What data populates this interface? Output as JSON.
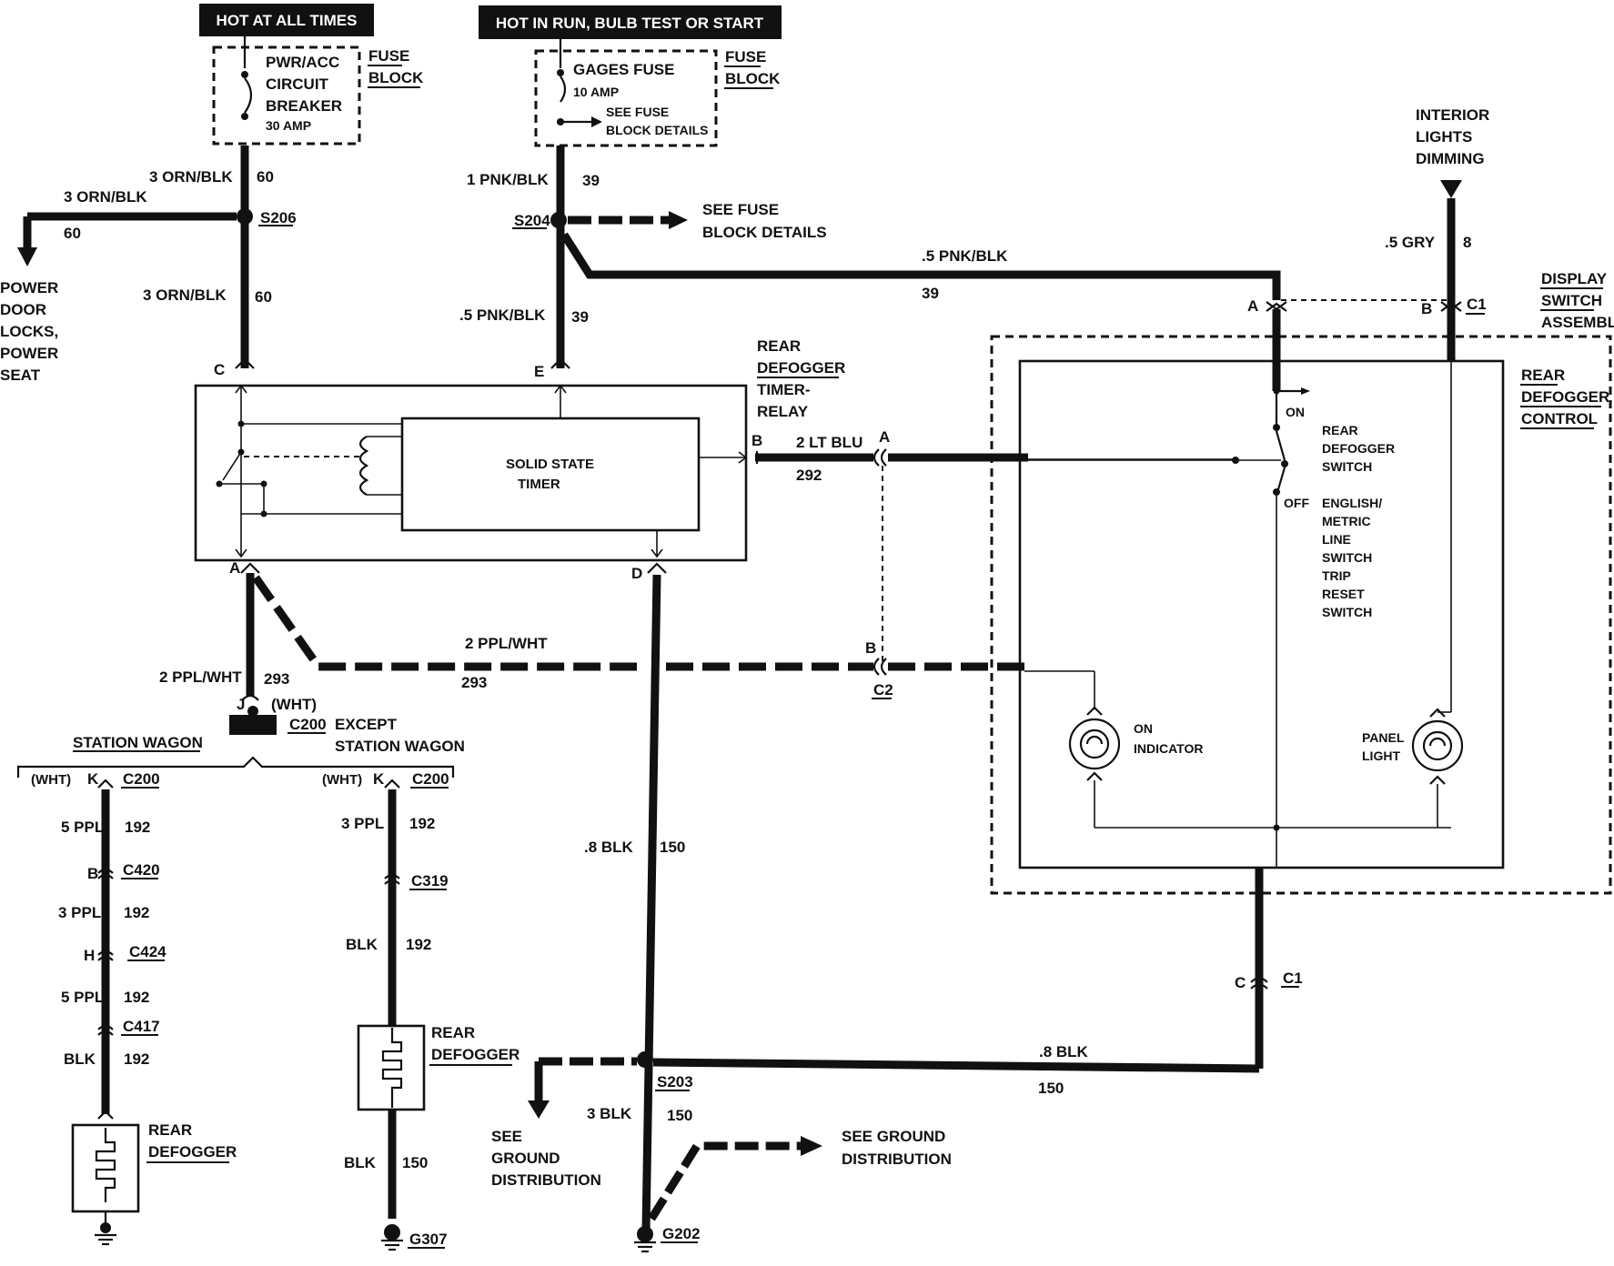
{
  "headers": {
    "hot_all_times": "HOT AT ALL TIMES",
    "hot_run": "HOT IN RUN,  BULB TEST OR START"
  },
  "fuse_block_1": {
    "title": "FUSE",
    "title2": "BLOCK",
    "line1": "PWR/ACC",
    "line2": "CIRCUIT",
    "line3": "BREAKER",
    "rating": "30 AMP"
  },
  "fuse_block_2": {
    "title": "FUSE",
    "title2": "BLOCK",
    "line1": "GAGES FUSE",
    "rating": "10 AMP",
    "see1": "SEE FUSE",
    "see2": "BLOCK DETAILS"
  },
  "interior": {
    "l1": "INTERIOR",
    "l2": "LIGHTS",
    "l3": "DIMMING"
  },
  "display_switch": {
    "l1": "DISPLAY",
    "l2": "SWITCH",
    "l3": "ASSEMBLY"
  },
  "rear_defogger_control": {
    "l1": "REAR",
    "l2": "DEFOGGER",
    "l3": "CONTROL"
  },
  "timer_relay": {
    "l1": "REAR",
    "l2": "DEFOGGER",
    "l3": "TIMER-",
    "l4": "RELAY",
    "inner1": "SOLID STATE",
    "inner2": "TIMER"
  },
  "power_door": {
    "l1": "POWER",
    "l2": "DOOR",
    "l3": "LOCKS,",
    "l4": "POWER",
    "l5": "SEAT"
  },
  "wires": {
    "w1_gauge": "3 ORN/BLK",
    "w1_circuit": "60",
    "w1b_gauge": "3 ORN/BLK",
    "w1b_circuit": "60",
    "w1c_gauge": "3 ORN/BLK",
    "w1c_circuit": "60",
    "w2_gauge": "1 PNK/BLK",
    "w2_circuit": "39",
    "w2b_gauge": ".5 PNK/BLK",
    "w2b_circuit": "39",
    "w2c_gauge": ".5 PNK/BLK",
    "w2c_circuit": "39",
    "gry_gauge": ".5 GRY",
    "gry_circuit": "8",
    "blu_gauge": "2 LT BLU",
    "blu_circuit": "292",
    "ppl_gauge": "2 PPL/WHT",
    "ppl_circuit": "293",
    "ppl2_gauge": "2 PPL/WHT",
    "ppl2_circuit": "293",
    "blk8_gauge": ".8 BLK",
    "blk8_circuit": "150",
    "blk8b_gauge": ".8 BLK",
    "blk8b_circuit": "150",
    "blk3_gauge": "3 BLK",
    "blk3_circuit": "150"
  },
  "splices": {
    "s206": "S206",
    "s204": "S204",
    "s203": "S203"
  },
  "see_fuse": {
    "l1": "SEE FUSE",
    "l2": "BLOCK DETAILS"
  },
  "pins": {
    "c": "C",
    "e": "E",
    "a": "A",
    "b": "B",
    "d": "D",
    "j": "J",
    "k": "K",
    "h": "H"
  },
  "connectors": {
    "c1": "C1",
    "c2": "C2",
    "c200": "C200",
    "c420": "C420",
    "c424": "C424",
    "c417": "C417",
    "c319": "C319",
    "wht": "(WHT)"
  },
  "labels": {
    "except": "EXCEPT",
    "station_wagon": "STATION WAGON",
    "station_wagon2": "STATION WAGON",
    "on": "ON",
    "off": "OFF",
    "switch1": "REAR",
    "switch2": "DEFOGGER",
    "switch3": "SWITCH",
    "eng1": "ENGLISH/",
    "eng2": "METRIC",
    "eng3": "LINE",
    "eng4": "SWITCH",
    "eng5": "TRIP",
    "eng6": "RESET",
    "eng7": "SWITCH",
    "on_ind1": "ON",
    "on_ind2": "INDICATOR",
    "panel1": "PANEL",
    "panel2": "LIGHT"
  },
  "left_branch": {
    "w1_gauge": "5 PPL",
    "w1_circuit": "192",
    "w2_gauge": "3 PPL",
    "w2_circuit": "192",
    "w3_gauge": "5 PPL",
    "w3_circuit": "192",
    "w4_gauge": "BLK",
    "w4_circuit": "192",
    "defog1": "REAR",
    "defog2": "DEFOGGER"
  },
  "mid_branch": {
    "w1_gauge": "3 PPL",
    "w1_circuit": "192",
    "w2_gauge": "BLK",
    "w2_circuit": "192",
    "w3_gauge": "BLK",
    "w3_circuit": "150",
    "defog1": "REAR",
    "defog2": "DEFOGGER",
    "ground": "G307"
  },
  "ground": {
    "g202": "G202",
    "see1": "SEE",
    "see2": "GROUND",
    "see3": "DISTRIBUTION",
    "see4": "SEE GROUND",
    "see5": "DISTRIBUTION"
  }
}
